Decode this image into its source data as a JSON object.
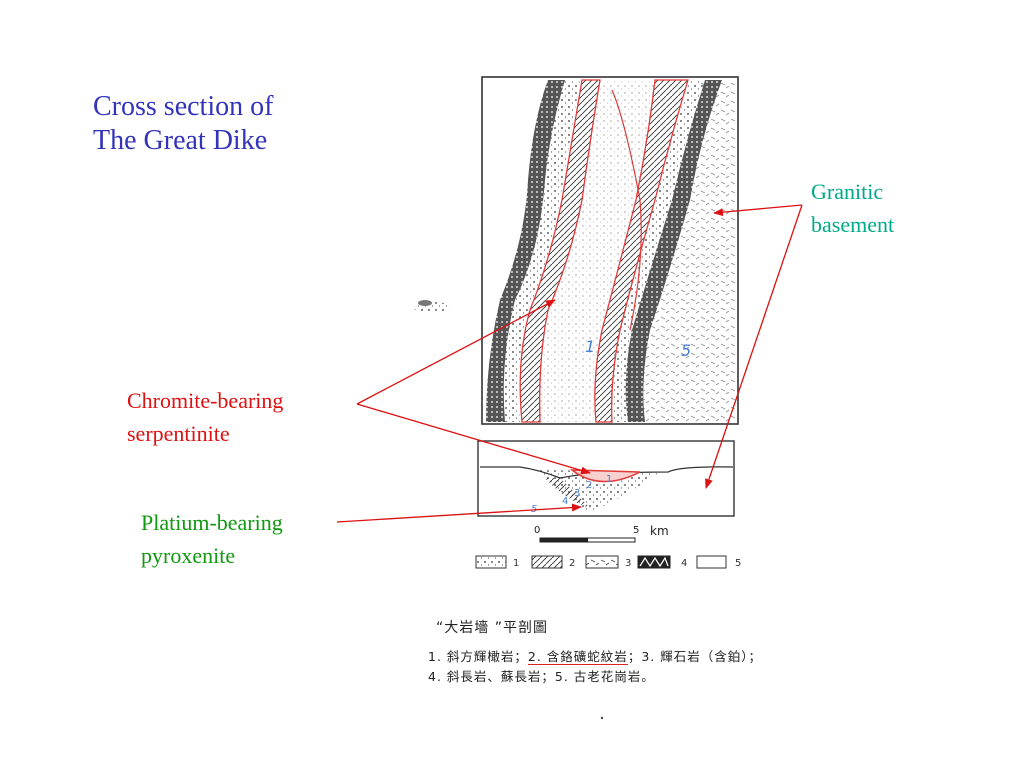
{
  "title": {
    "line1": "Cross section of",
    "line2": "The Great Dike"
  },
  "labels": {
    "granitic": {
      "line1": "Granitic",
      "line2": "basement"
    },
    "chromite": {
      "line1": "Chromite-bearing",
      "line2": "serpentinite"
    },
    "platinum": {
      "line1": "Platium-bearing",
      "line2": "pyroxenite"
    }
  },
  "figure": {
    "map_unit_labels": [
      "1",
      "5"
    ],
    "section_unit_labels": [
      "1",
      "2",
      "3",
      "4",
      "5"
    ],
    "scale": {
      "zero": "0",
      "five": "5",
      "unit": "km"
    },
    "legend_numbers": [
      "1",
      "2",
      "3",
      "4",
      "5"
    ],
    "caption": {
      "title": "“大岩墻 ”平剖圖",
      "line1_a": "1. 斜方輝橄岩；",
      "line1_b": "2. 含鉻礦蛇紋岩",
      "line1_c": "；3. 輝石岩（含鉑）；",
      "line2": "4. 斜長岩、蘇長岩；5. 古老花崗岩。"
    }
  },
  "colors": {
    "title": "#3333bb",
    "granitic": "#00aa88",
    "chromite": "#dd1111",
    "platinum": "#119911",
    "arrow": "#dd1111",
    "unit_number": "#4a7fd0"
  }
}
